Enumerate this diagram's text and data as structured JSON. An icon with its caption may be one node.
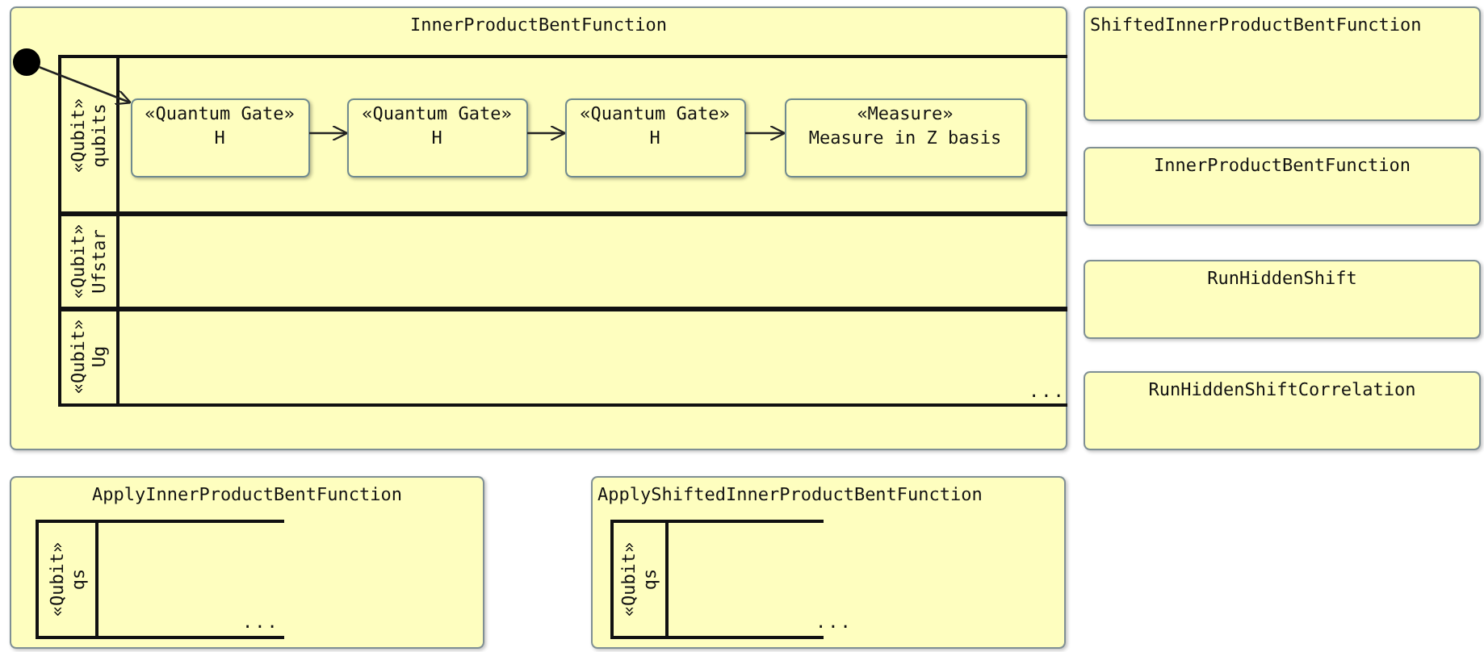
{
  "diagram": {
    "nodes": [
      {
        "text": [
          "InnerProductBentFunction"
        ]
      },
      {
        "text": [
          "«Qubit»",
          "qubits"
        ],
        "in": 0
      },
      {
        "text": [
          "«Qubit»",
          "Ufstar"
        ],
        "in": 0
      },
      {
        "text": [
          "«Qubit»",
          "Ug"
        ],
        "in": 0
      },
      {
        "text": [],
        "shape": "circle",
        "in": 0
      },
      {
        "text": [
          "«Quantum Gate»",
          "H"
        ],
        "in": 1
      },
      {
        "text": [
          "«Quantum Gate»",
          "H"
        ],
        "in": 1
      },
      {
        "text": [
          "«Quantum Gate»",
          "H"
        ],
        "in": 1
      },
      {
        "text": [
          "«Measure»",
          "Measure in Z basis"
        ],
        "in": 1
      },
      {
        "text": [
          "ShiftedInnerProductBentFunction"
        ]
      },
      {
        "text": [
          "InnerProductBentFunction"
        ]
      },
      {
        "text": [
          "RunHiddenShift"
        ]
      },
      {
        "text": [
          "RunHiddenShiftCorrelation"
        ]
      },
      {
        "text": [
          "ApplyInnerProductBentFunction"
        ]
      },
      {
        "text": [
          "«Qubit»",
          "qs"
        ],
        "in": 13
      },
      {
        "text": [
          "ApplyShiftedInnerProductBentFunction"
        ]
      },
      {
        "text": [
          "«Qubit»",
          "qs"
        ],
        "in": 15
      }
    ],
    "edges": [
      {
        "from": 4,
        "to": 5,
        "arrow": "to"
      },
      {
        "from": 5,
        "to": 6,
        "arrow": "to"
      },
      {
        "from": 6,
        "to": 7,
        "arrow": "to"
      },
      {
        "from": 7,
        "to": 8,
        "arrow": "to"
      }
    ],
    "labels": [
      "...",
      "...",
      "..."
    ]
  }
}
